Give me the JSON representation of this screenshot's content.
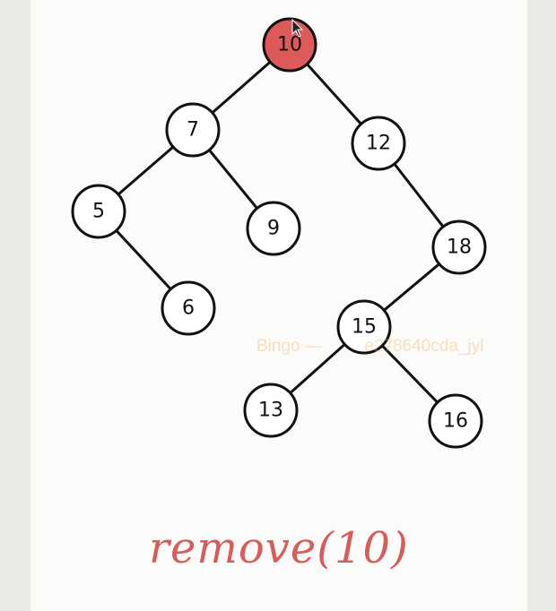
{
  "diagram": {
    "nodes": [
      {
        "id": "n10",
        "label": "10",
        "highlighted": true
      },
      {
        "id": "n7",
        "label": "7"
      },
      {
        "id": "n12",
        "label": "12"
      },
      {
        "id": "n5",
        "label": "5"
      },
      {
        "id": "n9",
        "label": "9"
      },
      {
        "id": "n6",
        "label": "6"
      },
      {
        "id": "n18",
        "label": "18"
      },
      {
        "id": "n15",
        "label": "15"
      },
      {
        "id": "n13",
        "label": "13"
      },
      {
        "id": "n16",
        "label": "16"
      }
    ],
    "edges": [
      [
        "n10",
        "n7"
      ],
      [
        "n10",
        "n12"
      ],
      [
        "n7",
        "n5"
      ],
      [
        "n7",
        "n9"
      ],
      [
        "n5",
        "n6"
      ],
      [
        "n12",
        "n18"
      ],
      [
        "n18",
        "n15"
      ],
      [
        "n15",
        "n13"
      ],
      [
        "n15",
        "n16"
      ]
    ],
    "caption": "remove(10)"
  },
  "watermark": "Bingo —         e278640cda_jyl",
  "colors": {
    "highlight": "#dc5a5a",
    "caption": "#d75c5c",
    "stroke": "#111111",
    "node_fill": "#ffffff"
  }
}
